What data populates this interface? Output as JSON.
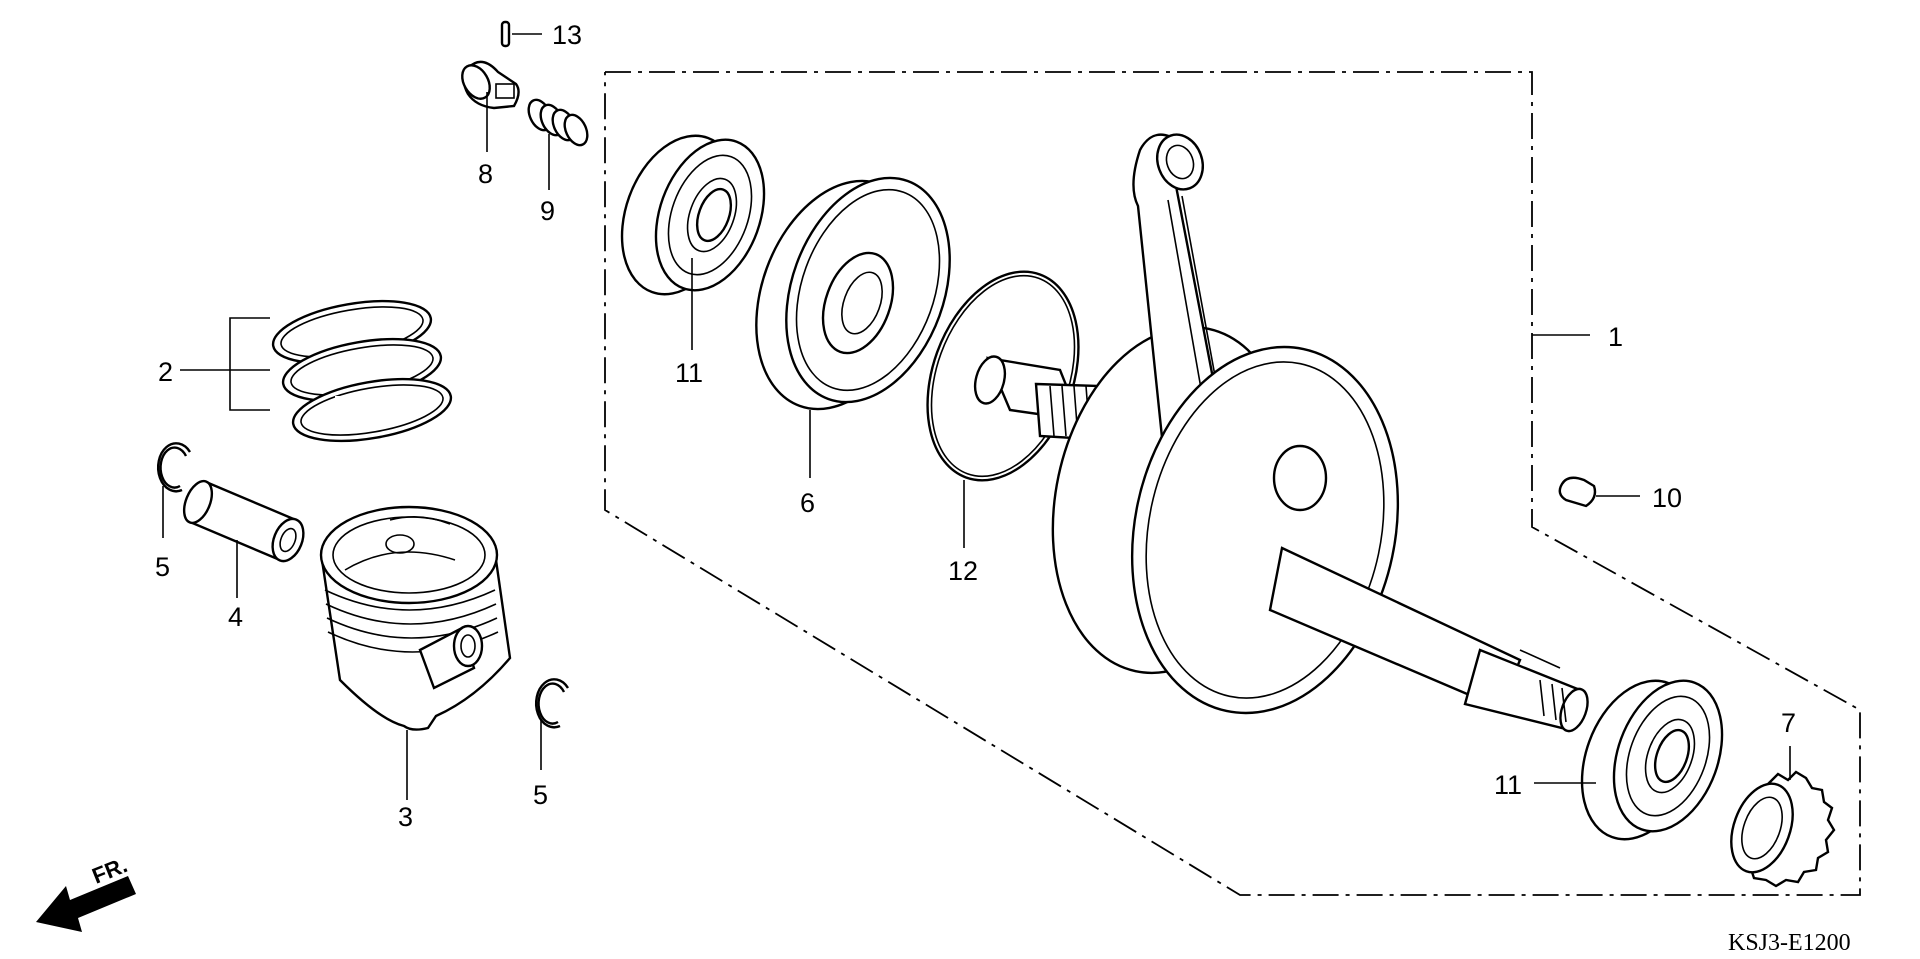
{
  "diagram": {
    "drawing_code": "KSJ3-E1200",
    "direction_label": "FR.",
    "callouts": [
      {
        "id": "1"
      },
      {
        "id": "2"
      },
      {
        "id": "3"
      },
      {
        "id": "4"
      },
      {
        "id": "5"
      },
      {
        "id": "5"
      },
      {
        "id": "6"
      },
      {
        "id": "7"
      },
      {
        "id": "8"
      },
      {
        "id": "9"
      },
      {
        "id": "10"
      },
      {
        "id": "11"
      },
      {
        "id": "11"
      },
      {
        "id": "12"
      },
      {
        "id": "13"
      }
    ]
  }
}
